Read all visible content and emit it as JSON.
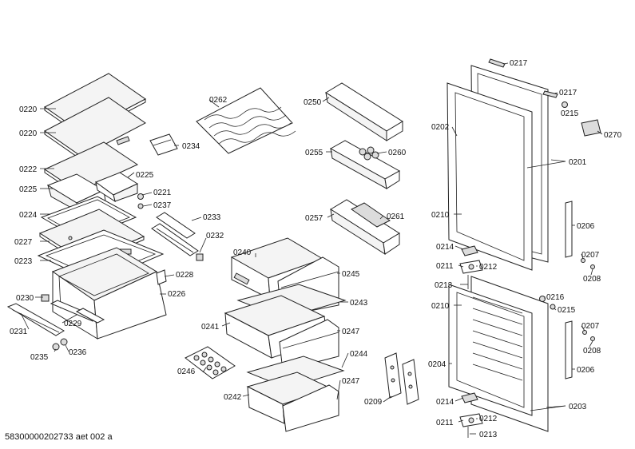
{
  "document_id": "58300000202733 aet 002 a",
  "labels": {
    "p0220a": "0220",
    "p0220b": "0220",
    "p0234": "0234",
    "p0222": "0222",
    "p0225a": "0225",
    "p0225b": "0225",
    "p0221": "0221",
    "p0237": "0237",
    "p0224": "0224",
    "p0233": "0233",
    "p0227": "0227",
    "p0232": "0232",
    "p0223": "0223",
    "p0228": "0228",
    "p0226": "0226",
    "p0230": "0230",
    "p0229": "0229",
    "p0231": "0231",
    "p0235": "0235",
    "p0236": "0236",
    "p0262": "0262",
    "p0240": "0240",
    "p0245": "0245",
    "p0243": "0243",
    "p0241": "0241",
    "p0247a": "0247",
    "p0244": "0244",
    "p0246": "0246",
    "p0242": "0242",
    "p0247b": "0247",
    "p0209": "0209",
    "p0250": "0250",
    "p0255": "0255",
    "p0260": "0260",
    "p0257": "0257",
    "p0261": "0261",
    "p0217a": "0217",
    "p0217b": "0217",
    "p0215a": "0215",
    "p0270": "0270",
    "p0202": "0202",
    "p0201": "0201",
    "p0210a": "0210",
    "p0206a": "0206",
    "p0214a": "0214",
    "p0207a": "0207",
    "p0211a": "0211",
    "p0212a": "0212",
    "p0208a": "0208",
    "p0213a": "0213",
    "p0216": "0216",
    "p0210b": "0210",
    "p0215b": "0215",
    "p0207b": "0207",
    "p0208b": "0208",
    "p0204": "0204",
    "p0206b": "0206",
    "p0214b": "0214",
    "p0203": "0203",
    "p0211b": "0211",
    "p0212b": "0212",
    "p0213b": "0213"
  }
}
